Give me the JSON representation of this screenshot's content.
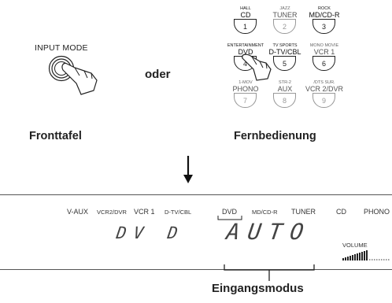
{
  "front_panel": {
    "input_mode_label": "INPUT MODE",
    "caption": "Fronttafel"
  },
  "connector": "oder",
  "remote": {
    "caption": "Fernbedienung",
    "keys": [
      {
        "top": "HALL",
        "main": "CD",
        "num": "1"
      },
      {
        "top": "JAZZ",
        "main": "TUNER",
        "num": "2"
      },
      {
        "top": "ROCK",
        "main": "MD/CD-R",
        "num": "3"
      },
      {
        "top": "ENTERTAINMENT",
        "main": "DVD",
        "num": "4"
      },
      {
        "top": "TV SPORTS",
        "main": "D-TV/CBL",
        "num": "5"
      },
      {
        "top": "MONO MOVIE",
        "main": "VCR 1",
        "num": "6"
      },
      {
        "top": "1-MOV",
        "main": "PHONO",
        "num": "7"
      },
      {
        "top": "STR-2",
        "main": "AUX",
        "num": "8"
      },
      {
        "top": "/DTS SUR.",
        "main": "VCR 2/DVR",
        "num": "9"
      }
    ]
  },
  "display": {
    "sources": [
      "V-AUX",
      "VCR2/DVR",
      "VCR 1",
      "D-TV/CBL",
      "DVD",
      "MD/CD-R",
      "TUNER",
      "CD",
      "PHONO"
    ],
    "selected_source": "DVD",
    "source_text": "DV D",
    "mode_text": "AUTO",
    "volume_label": "VOLUME"
  },
  "mode_caption": "Eingangsmodus"
}
